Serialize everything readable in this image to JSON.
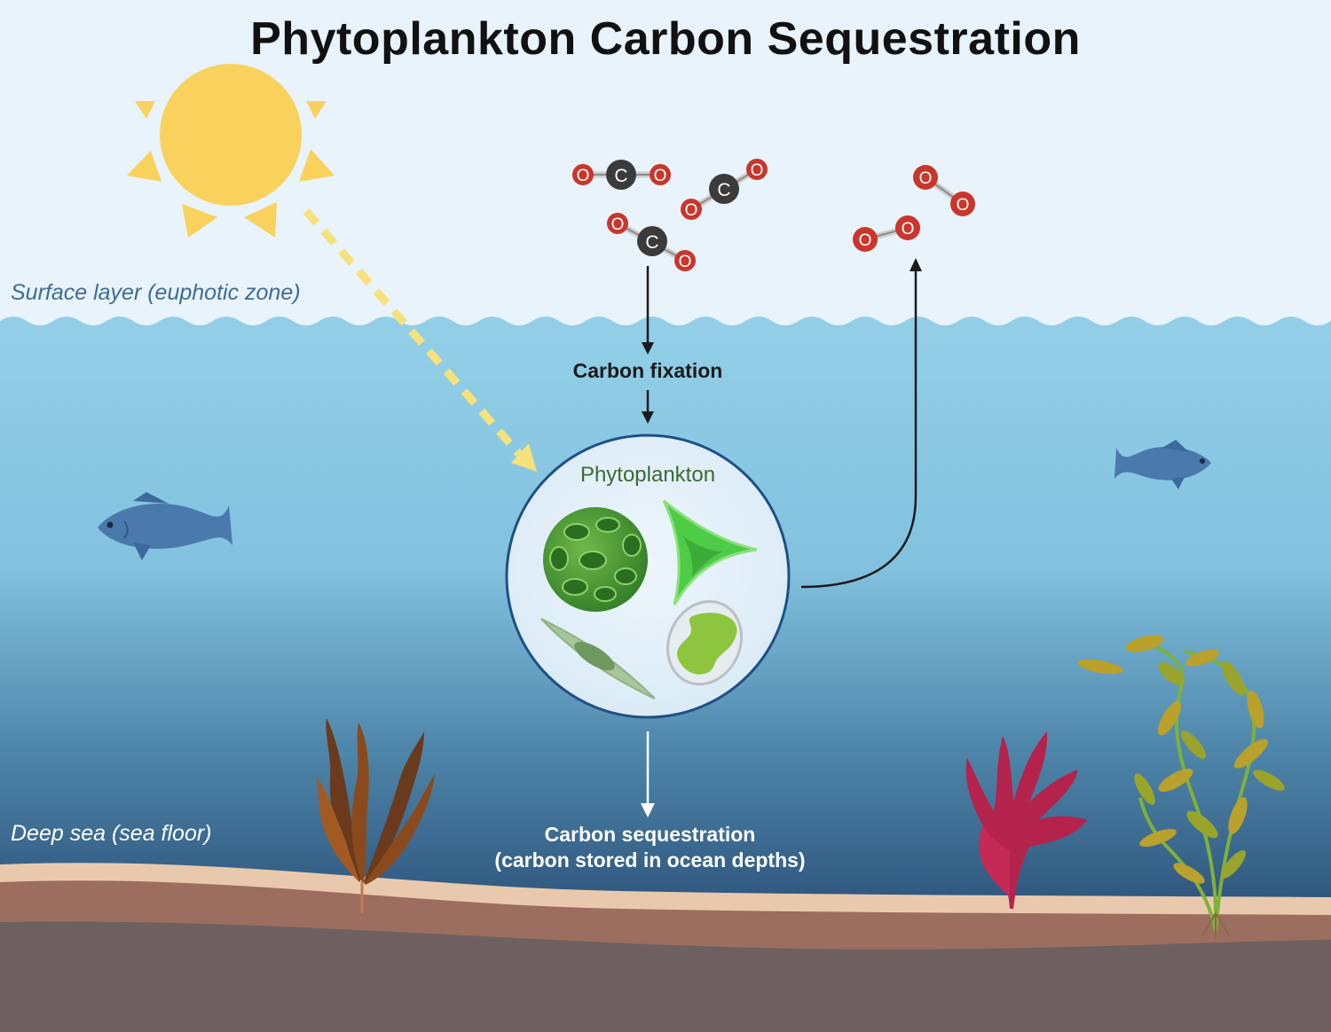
{
  "title": "Phytoplankton Carbon Sequestration",
  "zones": {
    "surface": "Surface layer (euphotic zone)",
    "deep": "Deep sea (sea floor)"
  },
  "processes": {
    "fixation": "Carbon fixation",
    "sequestration_line1": "Carbon sequestration",
    "sequestration_line2": "(carbon stored in ocean depths)"
  },
  "center": {
    "label": "Phytoplankton"
  },
  "molecules": {
    "carbon_symbol": "C",
    "oxygen_symbol": "O"
  },
  "colors": {
    "sky": "#eaf4fb",
    "water_top": "#8fcde6",
    "water_deep": "#203a60",
    "sun": "#f9d25e",
    "oxygen_atom": "#c9362b",
    "carbon_atom": "#3b3b3b"
  }
}
